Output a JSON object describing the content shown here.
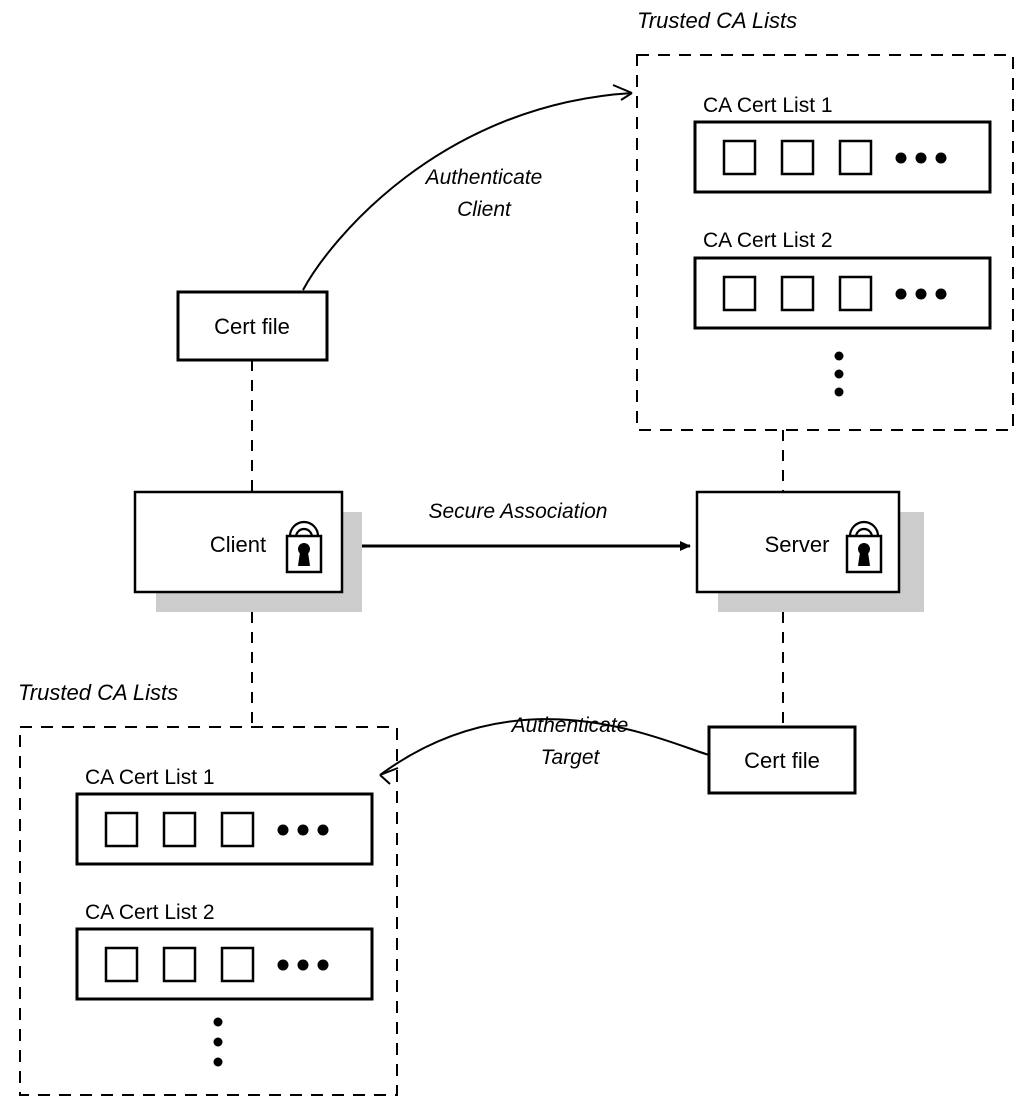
{
  "diagram": {
    "title": "Mutual certificate authentication between Client and Server",
    "colors": {
      "stroke": "#000000",
      "background": "#ffffff",
      "shadow": "#cccccc"
    },
    "top_region": {
      "caption": "Trusted CA Lists",
      "lists": [
        {
          "label": "CA Cert List 1",
          "cert_count_shown": 3,
          "ellipsis": "• • •"
        },
        {
          "label": "CA Cert List 2",
          "cert_count_shown": 3,
          "ellipsis": "• • •"
        }
      ],
      "more_indicator": "vertical-ellipsis"
    },
    "bottom_region": {
      "caption": "Trusted CA Lists",
      "lists": [
        {
          "label": "CA Cert List 1",
          "cert_count_shown": 3,
          "ellipsis": "• • •"
        },
        {
          "label": "CA Cert List 2",
          "cert_count_shown": 3,
          "ellipsis": "• • •"
        }
      ],
      "more_indicator": "vertical-ellipsis"
    },
    "nodes": {
      "client": {
        "label": "Client",
        "icon": "padlock-icon"
      },
      "server": {
        "label": "Server",
        "icon": "padlock-icon"
      },
      "client_cert_file": {
        "label": "Cert file"
      },
      "server_cert_file": {
        "label": "Cert file"
      }
    },
    "edges": {
      "authenticate_client": {
        "label_line1": "Authenticate",
        "label_line2": "Client"
      },
      "authenticate_target": {
        "label_line1": "Authenticate",
        "label_line2": "Target"
      },
      "secure_association": {
        "label": "Secure Association"
      }
    }
  }
}
